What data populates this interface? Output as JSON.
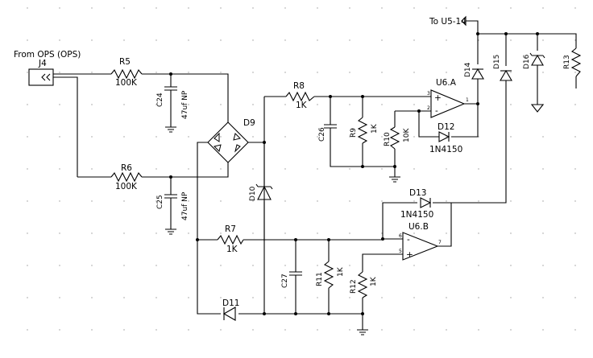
{
  "title": "",
  "connectors": {
    "j4_label": "J4",
    "j4_caption": "From OPS (OPS)",
    "out_label": "To  U5-14"
  },
  "resistors": {
    "r5": {
      "ref": "R5",
      "value": "100K"
    },
    "r6": {
      "ref": "R6",
      "value": "100K"
    },
    "r7": {
      "ref": "R7",
      "value": "1K"
    },
    "r8": {
      "ref": "R8",
      "value": "1K"
    },
    "r9": {
      "ref": "R9",
      "value": "1K"
    },
    "r10": {
      "ref": "R10",
      "value": "10K"
    },
    "r11": {
      "ref": "R11",
      "value": "1K"
    },
    "r12": {
      "ref": "R12",
      "value": "1K"
    },
    "r13": {
      "ref": "R13",
      "value": ""
    }
  },
  "capacitors": {
    "c24": {
      "ref": "C24",
      "value": "47uf NP"
    },
    "c25": {
      "ref": "C25",
      "value": "47uf NP"
    },
    "c26": {
      "ref": "C26",
      "value": ""
    },
    "c27": {
      "ref": "C27",
      "value": ""
    }
  },
  "diodes": {
    "d9": {
      "ref": "D9",
      "value": ""
    },
    "d10": {
      "ref": "D10",
      "value": ""
    },
    "d11": {
      "ref": "D11",
      "value": ""
    },
    "d12": {
      "ref": "D12",
      "value": "1N4150"
    },
    "d13": {
      "ref": "D13",
      "value": "1N4150"
    },
    "d14": {
      "ref": "D14",
      "value": ""
    },
    "d15": {
      "ref": "D15",
      "value": ""
    },
    "d16": {
      "ref": "D16",
      "value": ""
    }
  },
  "opamps": {
    "u6a": {
      "ref": "U6.A",
      "pin_minus": "2",
      "pin_plus": "3",
      "pin_out": "1",
      "sign_minus": "-",
      "sign_plus": "+"
    },
    "u6b": {
      "ref": "U6.B",
      "pin_minus": "6",
      "pin_plus": "5",
      "pin_out": "7",
      "sign_minus": "-",
      "sign_plus": "+"
    }
  },
  "colors": {
    "ink": "#000000",
    "background": "#ffffff",
    "grid_dot": "#9a9a9a"
  }
}
